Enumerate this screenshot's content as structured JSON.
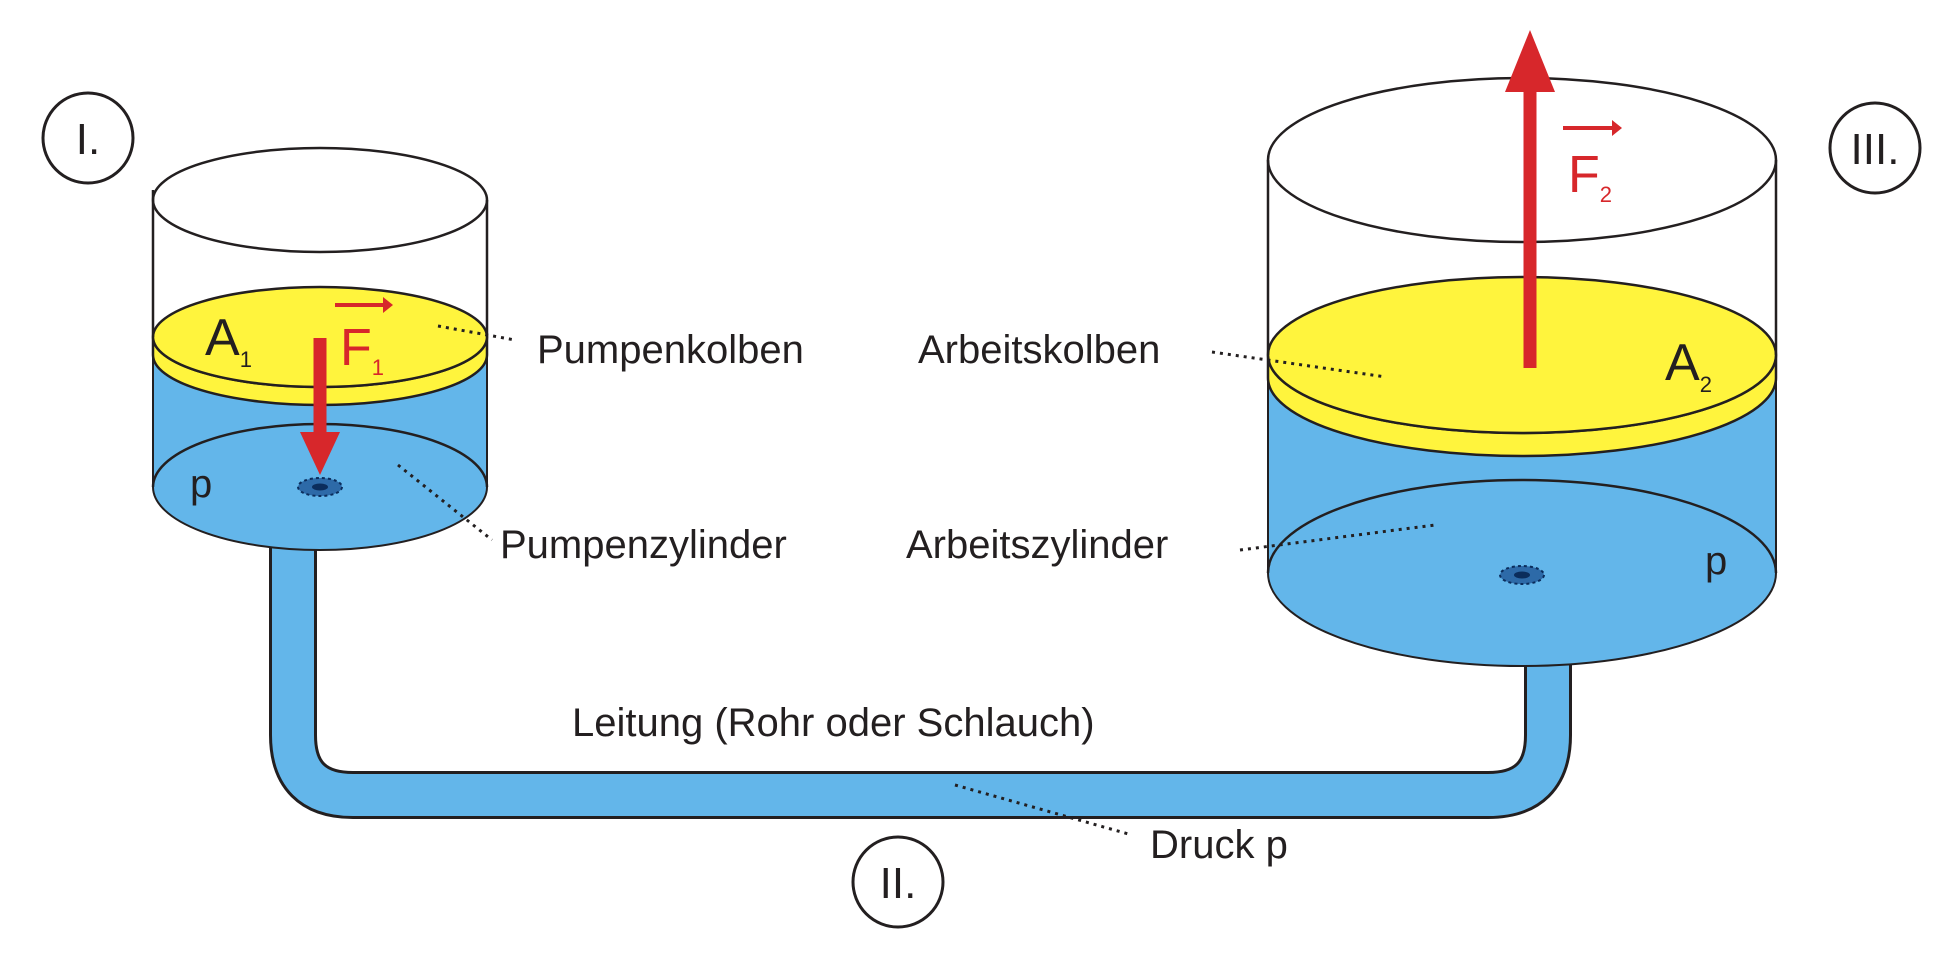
{
  "colors": {
    "fluid": "#63b6ea",
    "piston": "#fff43d",
    "force": "#d7272b",
    "outline": "#231f20"
  },
  "sections": {
    "one": "I.",
    "two": "II.",
    "three": "III."
  },
  "small_cylinder": {
    "area_symbol": "A",
    "area_subscript": "1",
    "force_symbol": "F",
    "force_subscript": "1",
    "pressure": "p"
  },
  "large_cylinder": {
    "area_symbol": "A",
    "area_subscript": "2",
    "force_symbol": "F",
    "force_subscript": "2",
    "pressure": "p"
  },
  "labels": {
    "pump_piston": "Pumpenkolben",
    "pump_cylinder": "Pumpenzylinder",
    "work_piston": "Arbeitskolben",
    "work_cylinder": "Arbeitszylinder",
    "pipe": "Leitung (Rohr oder Schlauch)",
    "pressure": "Druck p"
  }
}
